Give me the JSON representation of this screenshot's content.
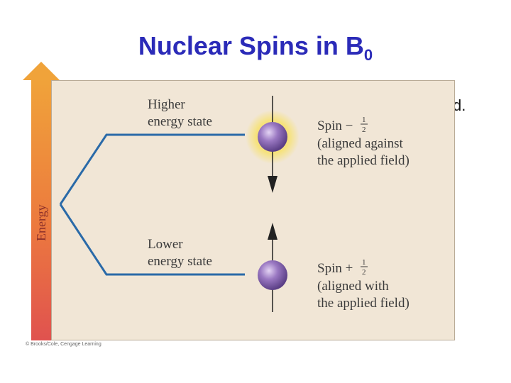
{
  "title": "Nuclear Spins in B",
  "title_subscript": "0",
  "background_fragment": "d.",
  "axis_label": "Energy",
  "higher_state": {
    "line1": "Higher",
    "line2": "energy state"
  },
  "lower_state": {
    "line1": "Lower",
    "line2": "energy state"
  },
  "spin_minus": {
    "line1": "Spin −",
    "fraction_num": "1",
    "fraction_den": "2",
    "line2": "(aligned against",
    "line3": "the applied field)"
  },
  "spin_plus": {
    "line1": "Spin +",
    "fraction_num": "1",
    "fraction_den": "2",
    "line2": "(aligned with",
    "line3": "the applied field)"
  },
  "credit": "© Brooks/Cole, Cengage Learning",
  "colors": {
    "title": "#2b2bb8",
    "panel": "#f1e6d6",
    "level_line": "#2a6aa8",
    "sphere": "#9a78c2",
    "glow": "#f6e27a"
  }
}
